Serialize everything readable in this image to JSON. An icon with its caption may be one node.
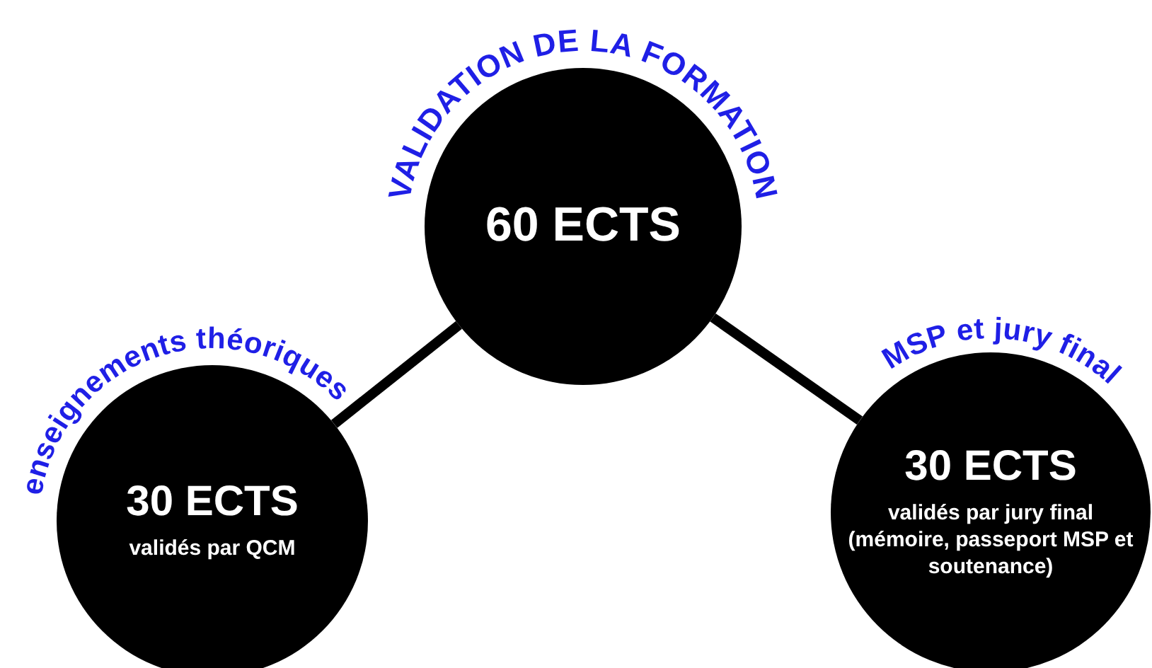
{
  "diagram": {
    "nodes": [
      {
        "text": [
          "VALIDATION DE LA FORMATION",
          "60 ECTS"
        ]
      },
      {
        "text": [
          "enseignements théoriques",
          "30 ECTS",
          "validés par QCM"
        ]
      },
      {
        "text": [
          "MSP et jury final",
          "30 ECTS",
          "validés par jury final (mémoire, passeport MSP et soutenance)"
        ]
      }
    ],
    "edges": [
      {
        "from": 0,
        "to": 1,
        "arrow": "none"
      },
      {
        "from": 0,
        "to": 2,
        "arrow": "none"
      }
    ]
  }
}
